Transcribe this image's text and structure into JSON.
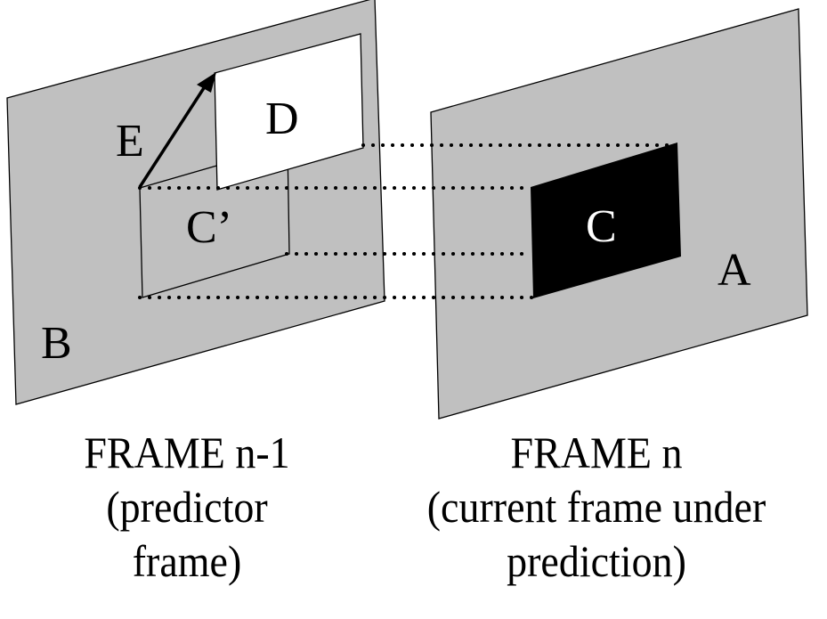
{
  "diagram": {
    "title": "Motion-compensated prediction between frames",
    "colors": {
      "plane_fill": "#c0c0c0",
      "block_D_fill": "#ffffff",
      "block_C_fill": "#000000",
      "outline": "#000000"
    },
    "labels": {
      "frame_prev_plane": "B",
      "frame_curr_plane": "A",
      "reference_block": "D",
      "colocated_block": "C’",
      "current_block": "C",
      "motion_vector": "E"
    }
  },
  "captions": {
    "left": {
      "line1": "FRAME n-1",
      "line2": "(predictor",
      "line3": "frame)"
    },
    "right": {
      "line1": "FRAME n",
      "line2": "(current frame under",
      "line3": "prediction)"
    }
  }
}
